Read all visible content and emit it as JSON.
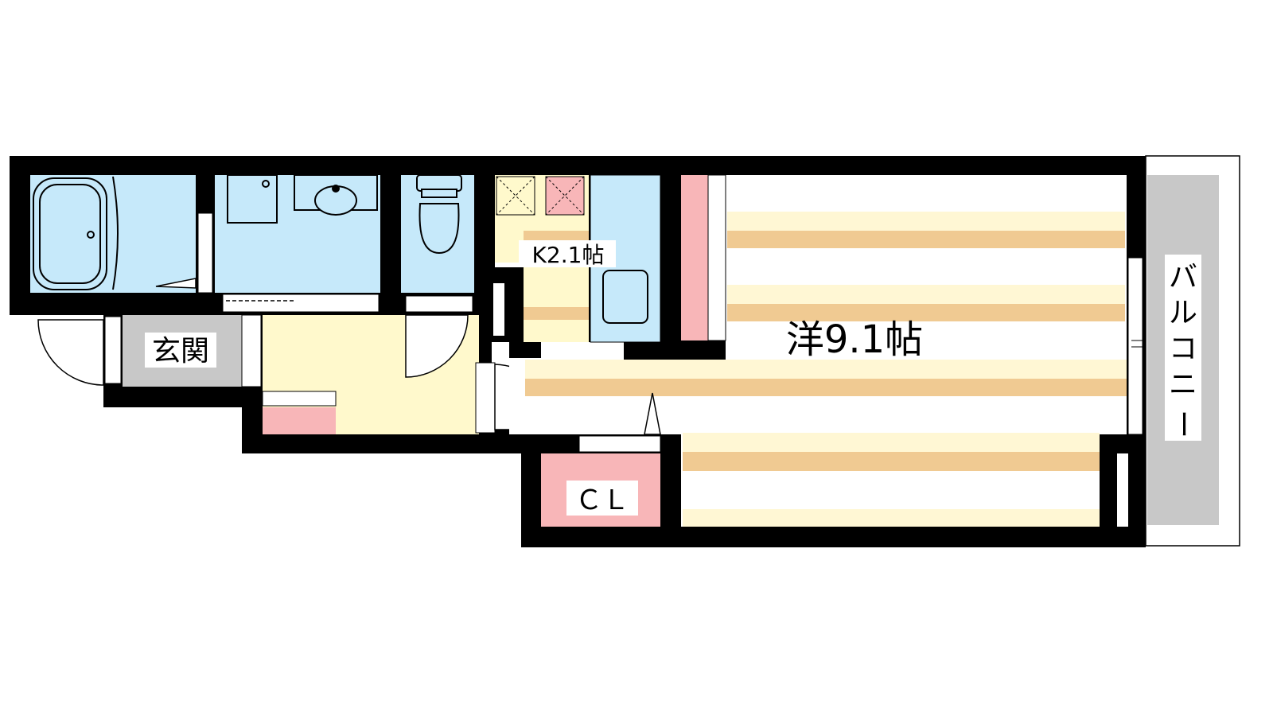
{
  "rooms": {
    "entrance": "玄関",
    "kitchen": "K2.1帖",
    "western_room": "洋9.1帖",
    "closet": "ＣＬ",
    "balcony": [
      "バ",
      "ル",
      "コ",
      "ニ",
      "ー"
    ]
  },
  "colors": {
    "wall": "#000000",
    "wet_area": "#c6e9fa",
    "corridor": "#fff9cc",
    "storage": "#f8b6b8",
    "entrance_floor": "#c8c8c8",
    "flooring_stripe": "#f0ca92",
    "flooring_light": "#fff7d4",
    "balcony": "#c8c8c8"
  }
}
